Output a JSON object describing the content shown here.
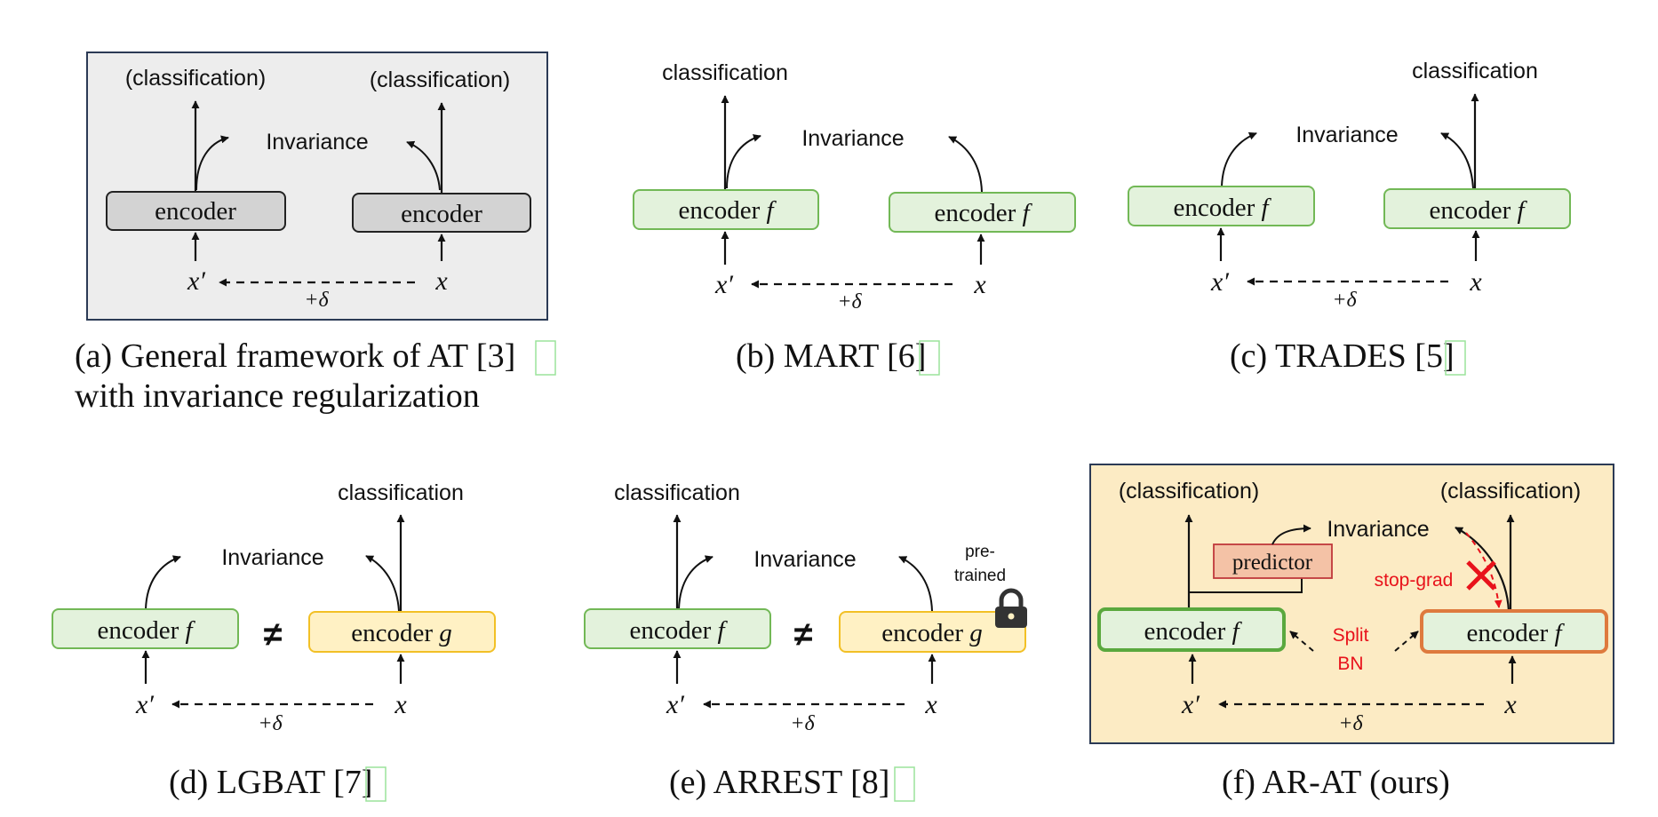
{
  "colors": {
    "panel_gray_fill": "#ededed",
    "panel_yellow_fill": "#fcebc4",
    "panel_border": "#2b3a55",
    "encoder_gray_fill": "#d3d3d3",
    "encoder_green_fill": "#e3f2dc",
    "encoder_green_border": "#72b856",
    "encoder_yellow_fill": "#fff1c4",
    "encoder_yellow_border": "#f2c026",
    "encoder_orange_border": "#de7a3e",
    "predictor_fill": "#f4c2a6",
    "predictor_border": "#c0393b",
    "annotation_red": "#e8121b",
    "reference_box": "#9be39b"
  },
  "panels": {
    "a": {
      "label_left": "(classification)",
      "label_right": "(classification)",
      "invariance": "Invariance",
      "encoder_left": "encoder",
      "encoder_right": "encoder",
      "x_prime": "x′",
      "x": "x",
      "delta": "+δ",
      "caption_prefix": "(a) General framework of AT [",
      "caption_ref": "3",
      "caption_suffix": "]",
      "caption_line2": "with invariance regularization"
    },
    "b": {
      "label": "classification",
      "invariance": "Invariance",
      "encoder_left": "encoder",
      "encoder_right": "encoder",
      "f_symbol": "f",
      "x_prime": "x′",
      "x": "x",
      "delta": "+δ",
      "caption_prefix": "(b) MART [",
      "caption_ref": "6",
      "caption_suffix": "]"
    },
    "c": {
      "label": "classification",
      "invariance": "Invariance",
      "encoder_left": "encoder",
      "encoder_right": "encoder",
      "f_symbol": "f",
      "x_prime": "x′",
      "x": "x",
      "delta": "+δ",
      "caption_prefix": "(c) TRADES [",
      "caption_ref": "5",
      "caption_suffix": "]"
    },
    "d": {
      "label": "classification",
      "invariance": "Invariance",
      "encoder_left": "encoder",
      "encoder_right": "encoder",
      "f_symbol": "f",
      "g_symbol": "g",
      "neq": "≠",
      "x_prime": "x′",
      "x": "x",
      "delta": "+δ",
      "caption_prefix": "(d) LGBAT [",
      "caption_ref": "7",
      "caption_suffix": "]"
    },
    "e": {
      "label": "classification",
      "invariance": "Invariance",
      "encoder_left": "encoder",
      "encoder_right": "encoder",
      "f_symbol": "f",
      "g_symbol": "g",
      "neq": "≠",
      "pretrained_line1": "pre-",
      "pretrained_line2": "trained",
      "lock_icon": "lock-icon",
      "x_prime": "x′",
      "x": "x",
      "delta": "+δ",
      "caption_prefix": "(e) ARREST [",
      "caption_ref": "8",
      "caption_suffix": "]"
    },
    "f": {
      "label_left": "(classification)",
      "label_right": "(classification)",
      "invariance": "Invariance",
      "predictor": "predictor",
      "stop_grad": "stop-grad",
      "split_line1": "Split",
      "split_line2": "BN",
      "encoder_left": "encoder",
      "encoder_right": "encoder",
      "f_symbol": "f",
      "x_prime": "x′",
      "x": "x",
      "delta": "+δ",
      "caption": "(f) AR-AT (ours)"
    }
  }
}
